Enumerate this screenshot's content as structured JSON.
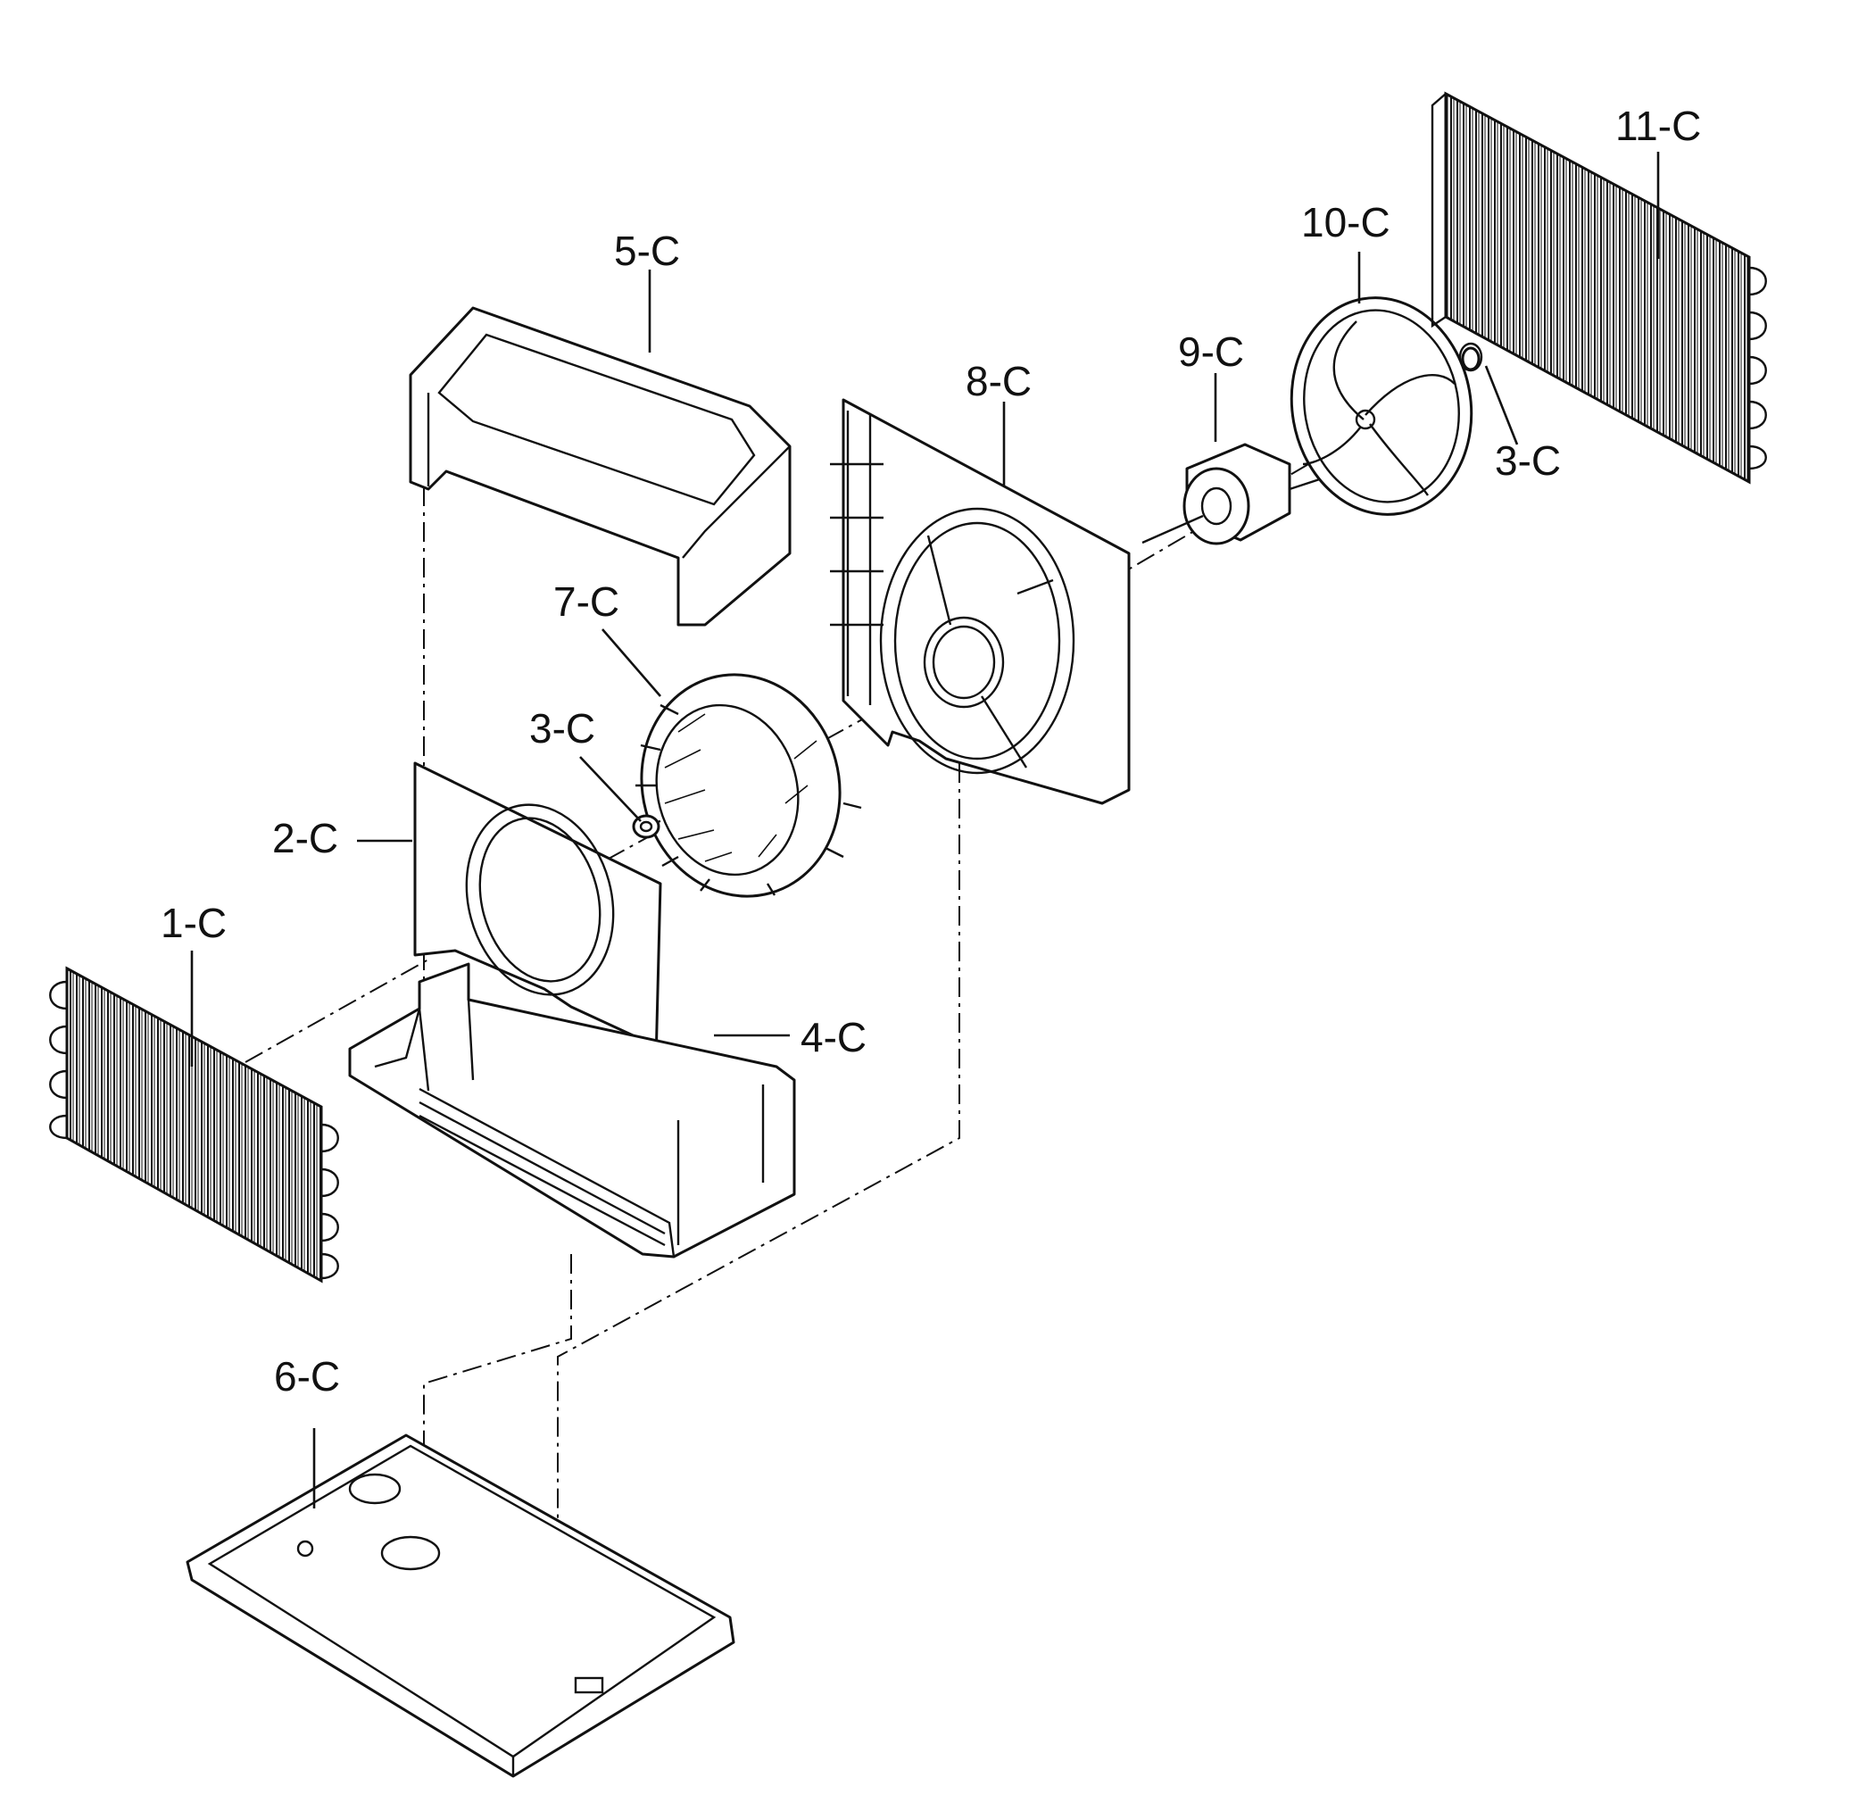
{
  "diagram": {
    "parts": [
      {
        "id": "1-C",
        "label": "1-C"
      },
      {
        "id": "2-C",
        "label": "2-C"
      },
      {
        "id": "3-C",
        "label": "3-C"
      },
      {
        "id": "4-C",
        "label": "4-C"
      },
      {
        "id": "5-C",
        "label": "5-C"
      },
      {
        "id": "6-C",
        "label": "6-C"
      },
      {
        "id": "7-C",
        "label": "7-C"
      },
      {
        "id": "8-C",
        "label": "8-C"
      },
      {
        "id": "9-C",
        "label": "9-C"
      },
      {
        "id": "10-C",
        "label": "10-C"
      },
      {
        "id": "11-C",
        "label": "11-C"
      }
    ]
  }
}
